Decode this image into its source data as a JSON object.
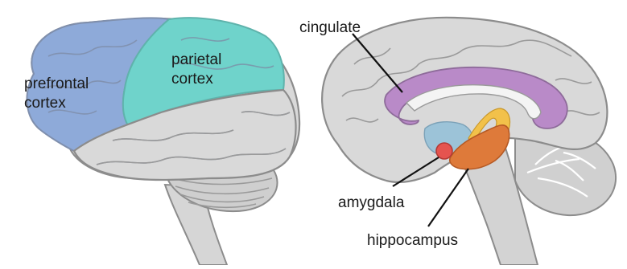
{
  "lateral_view": {
    "prefrontal_label_line1": "prefrontal",
    "prefrontal_label_line2": "cortex",
    "parietal_label_line1": "parietal",
    "parietal_label_line2": "cortex"
  },
  "medial_view": {
    "cingulate_label": "cingulate",
    "amygdala_label": "amygdala",
    "hippocampus_label": "hippocampus"
  },
  "colors": {
    "prefrontal": "#8eaad9",
    "parietal": "#6fd3cb",
    "cingulate": "#b98ac8",
    "amygdala": "#e5544f",
    "hippocampus": "#de7a3a",
    "fornix_yellow": "#f2c14a",
    "brain_gray": "#d9d9d9",
    "outline": "#8c8c8c"
  }
}
